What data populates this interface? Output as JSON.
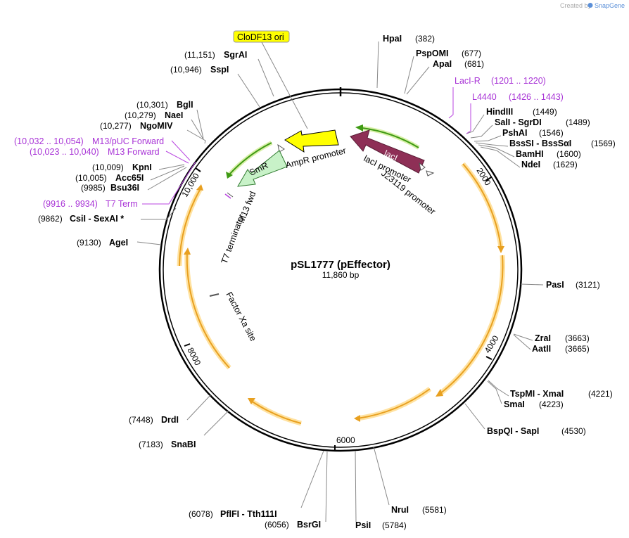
{
  "credit": {
    "prefix": "Created by",
    "brand": "SnapGene"
  },
  "map": {
    "title": "pSL1777 (pEffector)",
    "length": "11,860 bp"
  },
  "ticks": [
    "2000",
    "4000",
    "6000",
    "8000",
    "10,000"
  ],
  "features": {
    "ori": "CloDF13 ori",
    "lacI": "lacI",
    "smr": "SmR",
    "ampr_promoter": "AmpR promoter",
    "laci_promoter": "lacI promoter",
    "j23119": "J23119 promoter",
    "m13fwd": "M13 fwd",
    "t7term": "T7 terminator",
    "factorxa": "Factor Xa site"
  },
  "enzymes_right": [
    {
      "name": "HpaI",
      "pos": "(382)"
    },
    {
      "name": "PspOMI",
      "pos": "(677)"
    },
    {
      "name": "ApaI",
      "pos": "(681)"
    },
    {
      "name": "HindIII",
      "pos": "(1449)"
    },
    {
      "name": "SalI  -  SgrDI",
      "pos": "(1489)"
    },
    {
      "name": "PshAI",
      "pos": "(1546)"
    },
    {
      "name": "BssSI  -  BssSαI",
      "pos": "(1569)"
    },
    {
      "name": "BamHI",
      "pos": "(1600)"
    },
    {
      "name": "NdeI",
      "pos": "(1629)"
    },
    {
      "name": "PasI",
      "pos": "(3121)"
    },
    {
      "name": "ZraI",
      "pos": "(3663)"
    },
    {
      "name": "AatII",
      "pos": "(3665)"
    },
    {
      "name": "TspMI  -  XmaI",
      "pos": "(4221)"
    },
    {
      "name": "SmaI",
      "pos": "(4223)"
    },
    {
      "name": "BspQI  -  SapI",
      "pos": "(4530)"
    },
    {
      "name": "NruI",
      "pos": "(5581)"
    },
    {
      "name": "PsiI",
      "pos": "(5784)"
    }
  ],
  "enzymes_left": [
    {
      "name": "SgrAI",
      "pos": "(11,151)"
    },
    {
      "name": "SspI",
      "pos": "(10,946)"
    },
    {
      "name": "BglI",
      "pos": "(10,301)"
    },
    {
      "name": "NaeI",
      "pos": "(10,279)"
    },
    {
      "name": "NgoMIV",
      "pos": "(10,277)"
    },
    {
      "name": "KpnI",
      "pos": "(10,009)"
    },
    {
      "name": "Acc65I",
      "pos": "(10,005)"
    },
    {
      "name": "Bsu36I",
      "pos": "(9985)"
    },
    {
      "name": "CsiI  -  SexAI *",
      "pos": "(9862)"
    },
    {
      "name": "AgeI",
      "pos": "(9130)"
    },
    {
      "name": "DrdI",
      "pos": "(7448)"
    },
    {
      "name": "SnaBI",
      "pos": "(7183)"
    },
    {
      "name": "PflFI  -  Tth111I",
      "pos": "(6078)"
    },
    {
      "name": "BsrGI",
      "pos": "(6056)"
    }
  ],
  "primers": [
    {
      "name": "LacI-R",
      "range": "(1201 .. 1220)"
    },
    {
      "name": "L4440",
      "range": "(1426 .. 1443)"
    },
    {
      "name": "M13/pUC Forward",
      "range": "(10,032 .. 10,054)"
    },
    {
      "name": "M13 Forward",
      "range": "(10,023 .. 10,040)"
    },
    {
      "name": "T7 Term",
      "range": "(9916 .. 9934)"
    }
  ],
  "colors": {
    "backbone": "#000000",
    "orf": "#e8a020",
    "orf_glow": "#ffe2a0",
    "lacI": "#8e2f56",
    "lacI_orf": "#3f9a14",
    "smr": "#c8f2c8",
    "ampr_promoter": "#ffff00",
    "primer": "#b844e0",
    "ori_label": "#ffff00"
  }
}
